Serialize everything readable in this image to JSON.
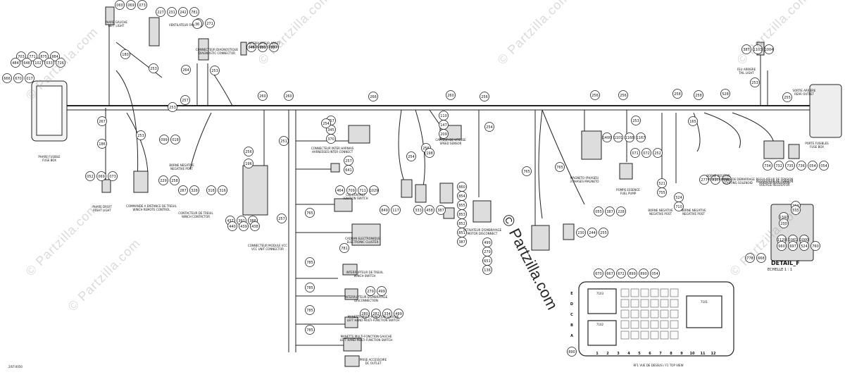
{
  "watermark": {
    "text": "© Partzilla.com",
    "big_text": "© Partzilla.com"
  },
  "harness_numbers": [
    {
      "t": "180"
    },
    {
      "t": "253"
    },
    {
      "t": "257"
    },
    {
      "t": "260"
    },
    {
      "t": "260"
    },
    {
      "t": "266"
    },
    {
      "t": "260"
    },
    {
      "t": "256"
    },
    {
      "t": "256"
    },
    {
      "t": "256"
    },
    {
      "t": "258"
    },
    {
      "t": "258"
    },
    {
      "t": "528"
    },
    {
      "t": "253"
    },
    {
      "t": "255"
    },
    {
      "t": "267"
    },
    {
      "t": "186"
    },
    {
      "t": "253"
    },
    {
      "t": "253"
    },
    {
      "t": "254"
    },
    {
      "t": "254"
    },
    {
      "t": "253"
    },
    {
      "t": "251"
    },
    {
      "t": "256"
    },
    {
      "t": "196"
    },
    {
      "t": "257"
    },
    {
      "t": "765"
    },
    {
      "t": "785"
    },
    {
      "t": "785"
    },
    {
      "t": "785"
    },
    {
      "t": "785"
    },
    {
      "t": "256"
    },
    {
      "t": "253"
    },
    {
      "t": "765"
    },
    {
      "t": "765"
    },
    {
      "t": "253"
    },
    {
      "t": "535"
    },
    {
      "t": "1342"
    },
    {
      "t": "230"
    },
    {
      "t": "781"
    },
    {
      "t": "254"
    },
    {
      "t": "198"
    },
    {
      "t": "165"
    },
    {
      "t": "36"
    },
    {
      "t": "264"
    },
    {
      "t": "890"
    }
  ],
  "connector_labels": [
    {
      "t": "PHARE GAUCHE / LEFT LIGHT"
    },
    {
      "t": "VENTILATEUR FAN"
    },
    {
      "t": "CONNECTEUR DIAGNOSTIQUE / DIAGNOSTIC CONNECTOR"
    },
    {
      "t": "INTERRUPTEUR ARRET / EMERGENCY SWITCH"
    },
    {
      "t": "PHARE FUSIBLE / FUSE BOX"
    },
    {
      "t": "BORNE NEGATIVE / NEGATIVE POST"
    },
    {
      "t": "PHARE DROIT / RIGHT LIGHT"
    },
    {
      "t": "COMMANDE A DISTANCE DE TREUIL / WINCH REMOTE CONTROL"
    },
    {
      "t": "CONTACTEUR DE TREUIL / WINCH CONTACTOR"
    },
    {
      "t": "CONNECTEUR INTER HARNAIS / HARNESSES INTER CONNECT"
    },
    {
      "t": "CLE CONTACT / IGNITION SWITCH"
    },
    {
      "t": "CONNECTEUR MODULE VCC / VCC UNIT CONNECTOR"
    },
    {
      "t": "CADRAN ELECTRONIQUE / ELECTRONIC CLUSTER"
    },
    {
      "t": "INTERRUPTEUR DE TREUIL / WINCH SWITCH"
    },
    {
      "t": "INTERRUPTEUR D'EMBRAYAGE / DISCONNECTION"
    },
    {
      "t": "MANETTE MULTI-FONCTION GAUCHE / LEFT HAND MULTI-FUNCTION SWITCH"
    },
    {
      "t": "MANETTE MULTI-FONCTION GAUCHE / LEFT HAND MULTI-FUNCTION SWITCH"
    },
    {
      "t": "PRISE ACCESSOIRE / DC OUTLET"
    },
    {
      "t": "CAPTEUR DE VITESSE / SPEED SENSOR"
    },
    {
      "t": "ACTIVATEUR D'EMBRAYAGE / MOTOR DISCONNECT"
    },
    {
      "t": "MAGNETO (PHASES) / 3 PHASES MAGNETO"
    },
    {
      "t": "POMPE ESSENCE / FUEL PUMP"
    },
    {
      "t": "BORNE NEGATIVE / NEGATIVE POST"
    },
    {
      "t": "BORNE NEGATIVE / NEGATIVE POST"
    },
    {
      "t": "BORNE POSITIVE / POSITIVE POST"
    },
    {
      "t": "RELAIS DE DEMARRAGE / STARTING SOLENOID"
    },
    {
      "t": "REGULATEUR DE TENSION / VOLTAGE REGULATOR"
    },
    {
      "t": "FEU ARRIERE / TAIL LIGHT"
    },
    {
      "t": "SORTIE ARRIERE / REAR OUTLET"
    },
    {
      "t": "PORTE FUSIBLES / FUSE BOX"
    },
    {
      "t": "REGULATEUR DE TENSION / VOLTAGE REGULATOR"
    }
  ],
  "part_bubbles": [
    {
      "t": "060"
    },
    {
      "t": "069"
    },
    {
      "t": "073"
    },
    {
      "t": "227"
    },
    {
      "t": "231"
    },
    {
      "t": "242"
    },
    {
      "t": "781"
    },
    {
      "t": "36"
    },
    {
      "t": "271"
    },
    {
      "t": "046"
    },
    {
      "t": "355"
    },
    {
      "t": "387"
    },
    {
      "t": "703"
    },
    {
      "t": "771"
    },
    {
      "t": "875"
    },
    {
      "t": "884"
    },
    {
      "t": "484"
    },
    {
      "t": "646"
    },
    {
      "t": "102"
    },
    {
      "t": "033"
    },
    {
      "t": "716"
    },
    {
      "t": "666"
    },
    {
      "t": "670"
    },
    {
      "t": "017"
    },
    {
      "t": "099"
    },
    {
      "t": "018"
    },
    {
      "t": "229"
    },
    {
      "t": "258"
    },
    {
      "t": "052"
    },
    {
      "t": "069"
    },
    {
      "t": "073"
    },
    {
      "t": "287"
    },
    {
      "t": "328"
    },
    {
      "t": "318"
    },
    {
      "t": "316"
    },
    {
      "t": "757"
    },
    {
      "t": "345"
    },
    {
      "t": "370"
    },
    {
      "t": "257"
    },
    {
      "t": "641"
    },
    {
      "t": "464"
    },
    {
      "t": "709"
    },
    {
      "t": "711"
    },
    {
      "t": "1029"
    },
    {
      "t": "437"
    },
    {
      "t": "391"
    },
    {
      "t": "388"
    },
    {
      "t": "440"
    },
    {
      "t": "439"
    },
    {
      "t": "438"
    },
    {
      "t": "279"
    },
    {
      "t": "499"
    },
    {
      "t": "280"
    },
    {
      "t": "282"
    },
    {
      "t": "334"
    },
    {
      "t": "499"
    },
    {
      "t": "110"
    },
    {
      "t": "147"
    },
    {
      "t": "209"
    },
    {
      "t": "849"
    },
    {
      "t": "117"
    },
    {
      "t": "333"
    },
    {
      "t": "458"
    },
    {
      "t": "387"
    },
    {
      "t": "860"
    },
    {
      "t": "854"
    },
    {
      "t": "855"
    },
    {
      "t": "853"
    },
    {
      "t": "852"
    },
    {
      "t": "851"
    },
    {
      "t": "387"
    },
    {
      "t": "499"
    },
    {
      "t": "279"
    },
    {
      "t": "651"
    },
    {
      "t": "136"
    },
    {
      "t": "1400"
    },
    {
      "t": "1101"
    },
    {
      "t": "1168"
    },
    {
      "t": "1167"
    },
    {
      "t": "071"
    },
    {
      "t": "072"
    },
    {
      "t": "252"
    },
    {
      "t": "521"
    },
    {
      "t": "755"
    },
    {
      "t": "524"
    },
    {
      "t": "710"
    },
    {
      "t": "277"
    },
    {
      "t": "737"
    },
    {
      "t": "736"
    },
    {
      "t": "734"
    },
    {
      "t": "732"
    },
    {
      "t": "735"
    },
    {
      "t": "736"
    },
    {
      "t": "054"
    },
    {
      "t": "054"
    },
    {
      "t": "387"
    },
    {
      "t": "1103"
    },
    {
      "t": "1004"
    },
    {
      "t": "1129"
    },
    {
      "t": "1061"
    },
    {
      "t": "1000"
    },
    {
      "t": "660"
    },
    {
      "t": "697"
    },
    {
      "t": "524"
    },
    {
      "t": "760"
    },
    {
      "t": "778"
    },
    {
      "t": "668"
    },
    {
      "t": "670"
    },
    {
      "t": "667"
    },
    {
      "t": "672"
    },
    {
      "t": "899"
    },
    {
      "t": "890"
    },
    {
      "t": "054"
    },
    {
      "t": "055"
    },
    {
      "t": "387"
    },
    {
      "t": "228"
    },
    {
      "t": "230"
    },
    {
      "t": "244"
    },
    {
      "t": "255"
    }
  ],
  "detail": {
    "title": "DETAIL_F",
    "subtitle": "ECHELLE 1 : 1",
    "fuse_box_caption": "RF1 VUE DE DESSUS / F1 TOP VIEW",
    "relay_labels": [
      "7103",
      "7102",
      "7101"
    ],
    "row_labels": [
      "E",
      "D",
      "C",
      "B",
      "A"
    ],
    "column_labels": [
      "1",
      "2",
      "3",
      "4",
      "5",
      "6",
      "7",
      "8",
      "9",
      "10",
      "11",
      "12"
    ]
  },
  "drawing_id": "2IST-0050"
}
